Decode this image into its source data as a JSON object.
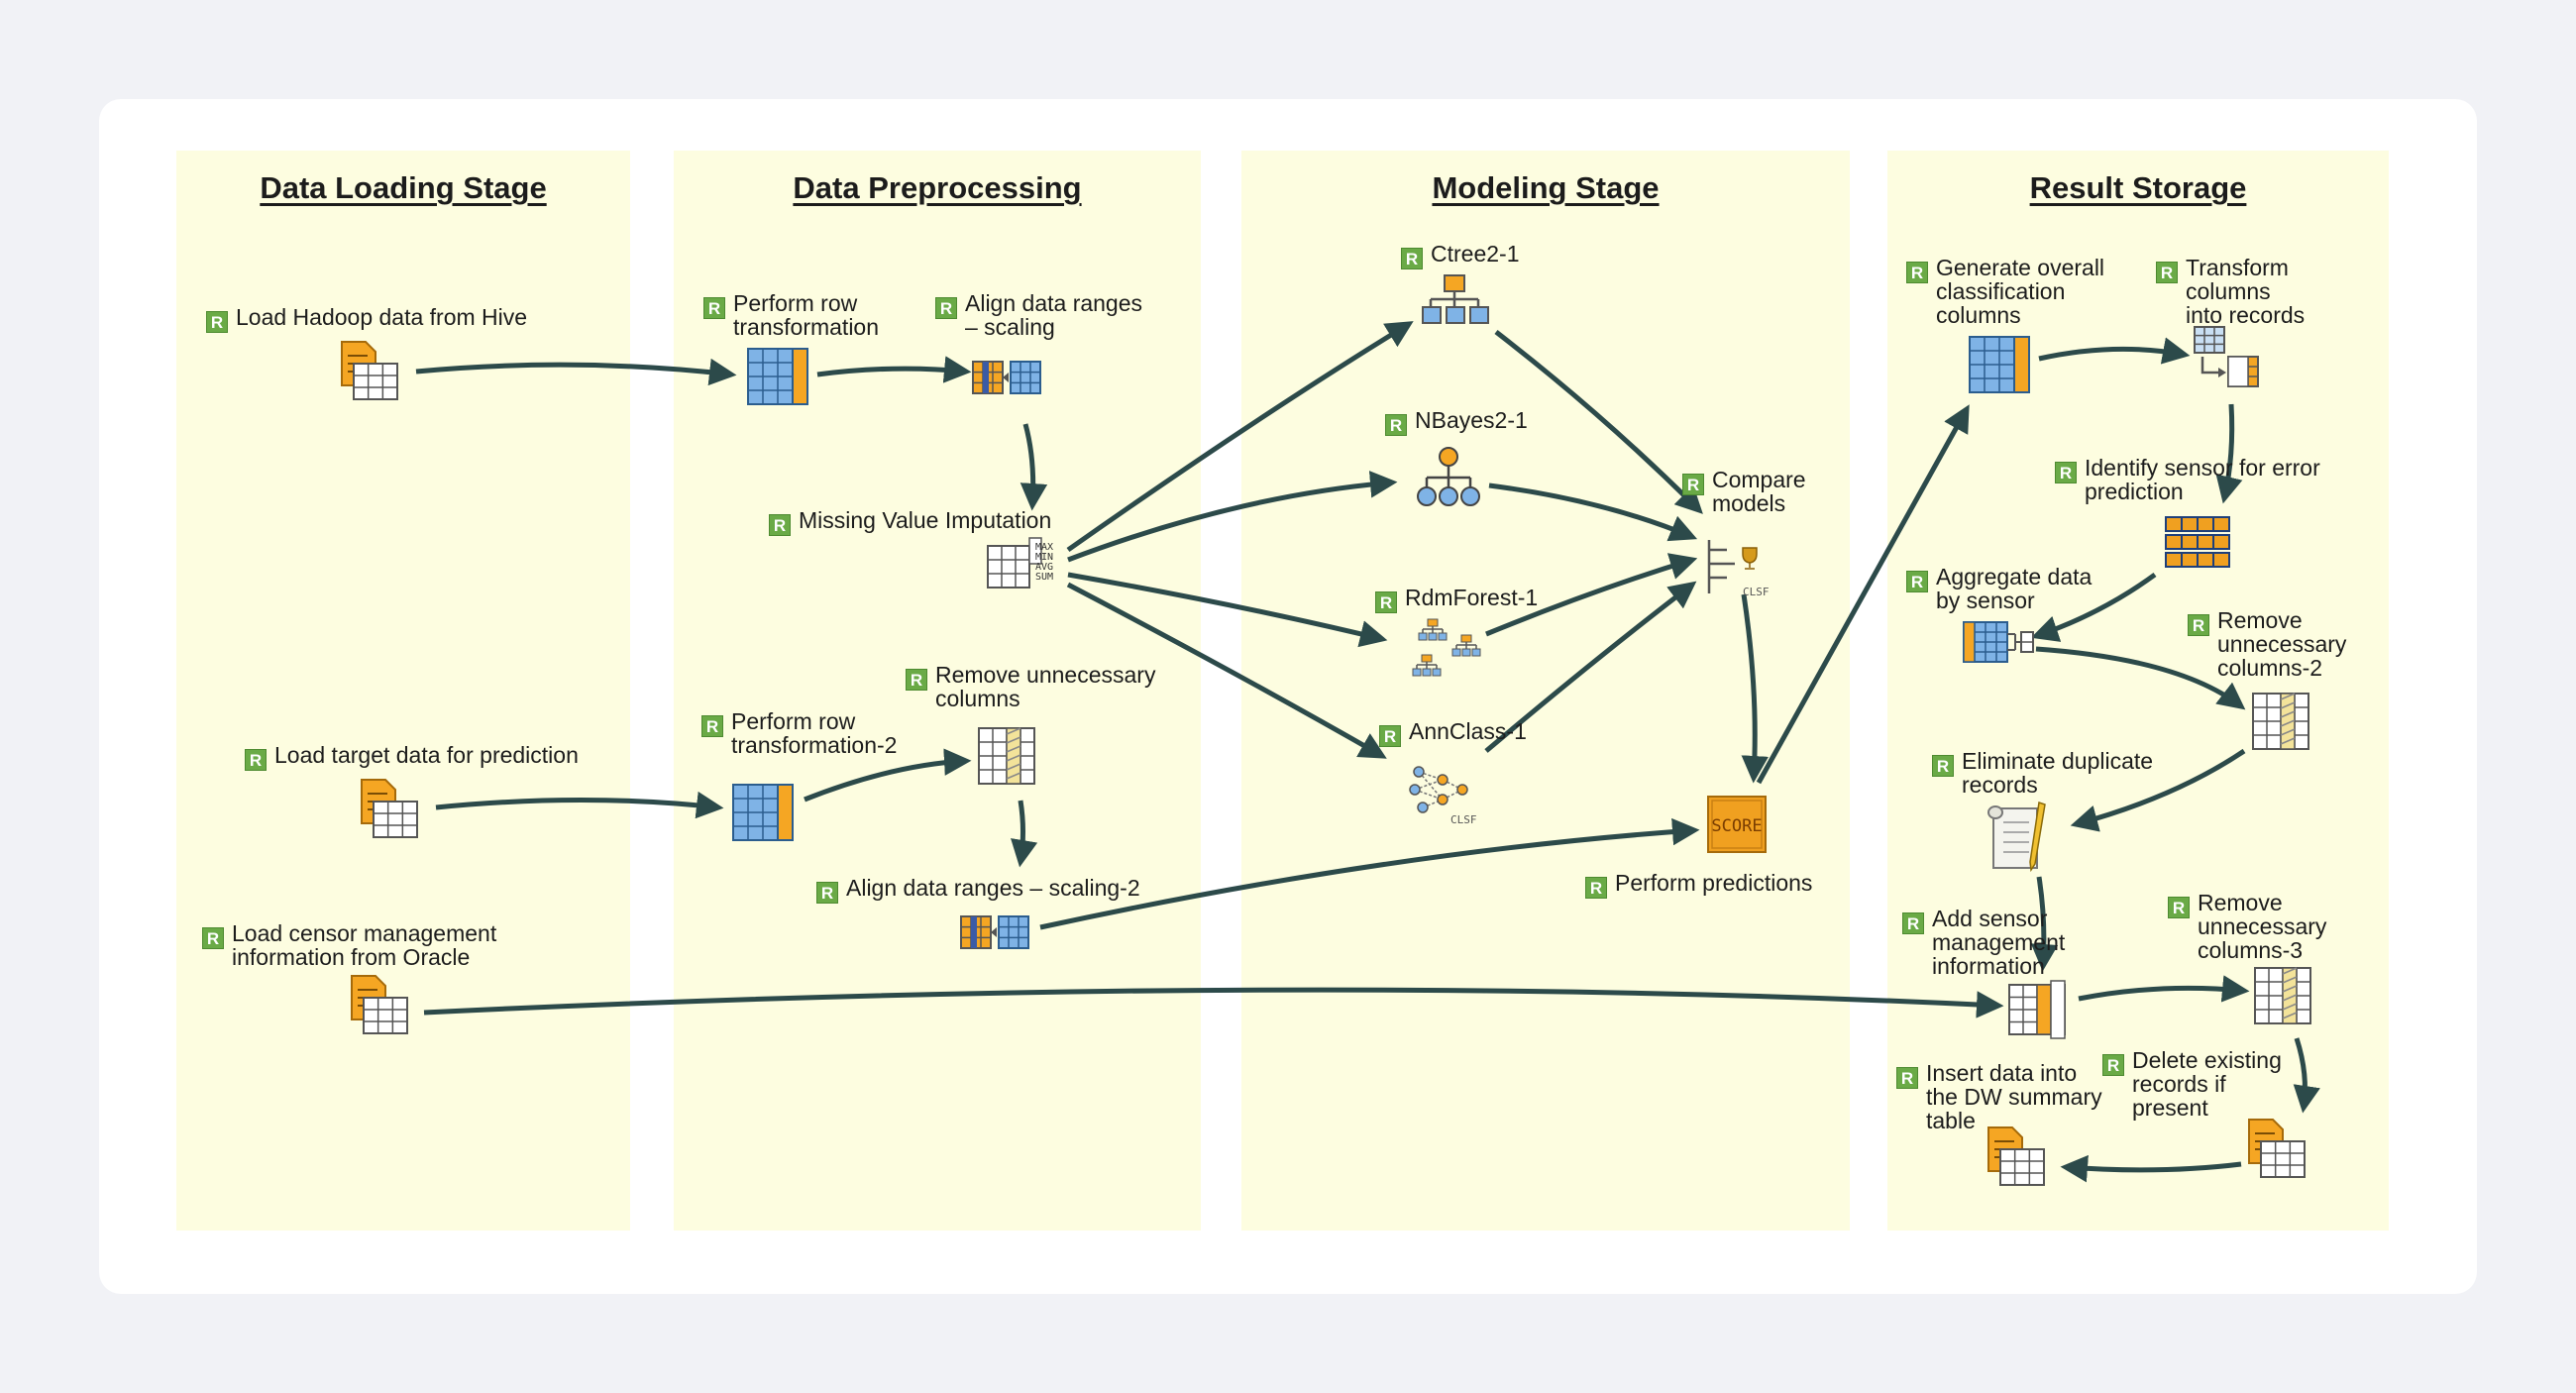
{
  "stages": {
    "loading": "Data Loading Stage",
    "preprocessing": "Data Preprocessing",
    "modeling": "Modeling Stage",
    "storage": "Result Storage"
  },
  "badge": "R",
  "nodes": {
    "load_hive": [
      "Load Hadoop data from Hive"
    ],
    "load_target": [
      "Load target data for prediction"
    ],
    "load_oracle": [
      "Load censor management",
      "information from Oracle"
    ],
    "row_transform": [
      "Perform row",
      "transformation"
    ],
    "align_scaling": [
      "Align data ranges",
      "– scaling"
    ],
    "missing_value": [
      "Missing Value Imputation"
    ],
    "row_transform_2": [
      "Perform row",
      "transformation-2"
    ],
    "remove_cols": [
      "Remove unnecessary",
      "columns"
    ],
    "align_scaling_2": [
      "Align data ranges – scaling-2"
    ],
    "ctree": [
      "Ctree2-1"
    ],
    "nbayes": [
      "NBayes2-1"
    ],
    "rdmforest": [
      "RdmForest-1"
    ],
    "annclass": [
      "AnnClass-1"
    ],
    "compare": [
      "Compare",
      "models"
    ],
    "predict": [
      "Perform predictions"
    ],
    "gen_cols": [
      "Generate overall",
      "classification",
      "columns"
    ],
    "transform_cols": [
      "Transform",
      "columns",
      "into records"
    ],
    "identify_sensor": [
      "Identify sensor for error",
      "prediction"
    ],
    "aggregate": [
      "Aggregate data",
      "by sensor"
    ],
    "remove_cols_2": [
      "Remove",
      "unnecessary",
      "columns-2"
    ],
    "eliminate_dup": [
      "Eliminate duplicate",
      "records"
    ],
    "add_sensor": [
      "Add sensor",
      "management",
      "information"
    ],
    "remove_cols_3": [
      "Remove",
      "unnecessary",
      "columns-3"
    ],
    "insert_dw": [
      "Insert data into",
      "the DW summary",
      "table"
    ],
    "delete_existing": [
      "Delete existing",
      "records if",
      "present"
    ]
  },
  "icon_text": {
    "score": "SCORE",
    "clsf": "CLSF",
    "agg": [
      "MAX",
      "MIN",
      "AVG",
      "SUM"
    ]
  },
  "colors": {
    "page_bg": "#f1f2f6",
    "panel_bg": "#fdfde0",
    "arrow": "#2c4a4a",
    "r_badge": "#6aaa46",
    "table_orange": "#f5a623",
    "table_blue": "#7fb3e6"
  }
}
